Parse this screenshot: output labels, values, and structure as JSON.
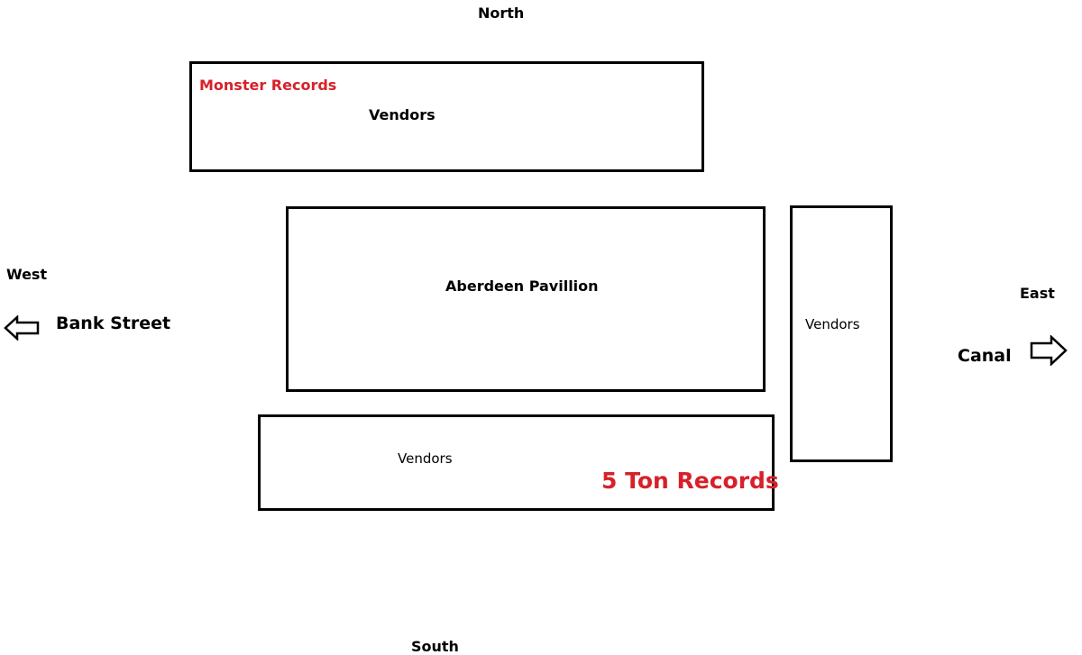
{
  "compass": {
    "north": "North",
    "south": "South",
    "west": "West",
    "east": "East"
  },
  "streets": {
    "west": "Bank Street",
    "east": "Canal"
  },
  "blocks": {
    "north": {
      "vendors_label": "Vendors",
      "store": "Monster Records"
    },
    "center": {
      "label": "Aberdeen Pavillion"
    },
    "east": {
      "vendors_label": "Vendors"
    },
    "south": {
      "vendors_label": "Vendors",
      "store": "5 Ton Records"
    }
  },
  "icons": {
    "west_arrow": "arrow-left-icon",
    "east_arrow": "arrow-right-icon"
  },
  "colors": {
    "store_highlight": "#d7212a",
    "outline": "#000000"
  }
}
